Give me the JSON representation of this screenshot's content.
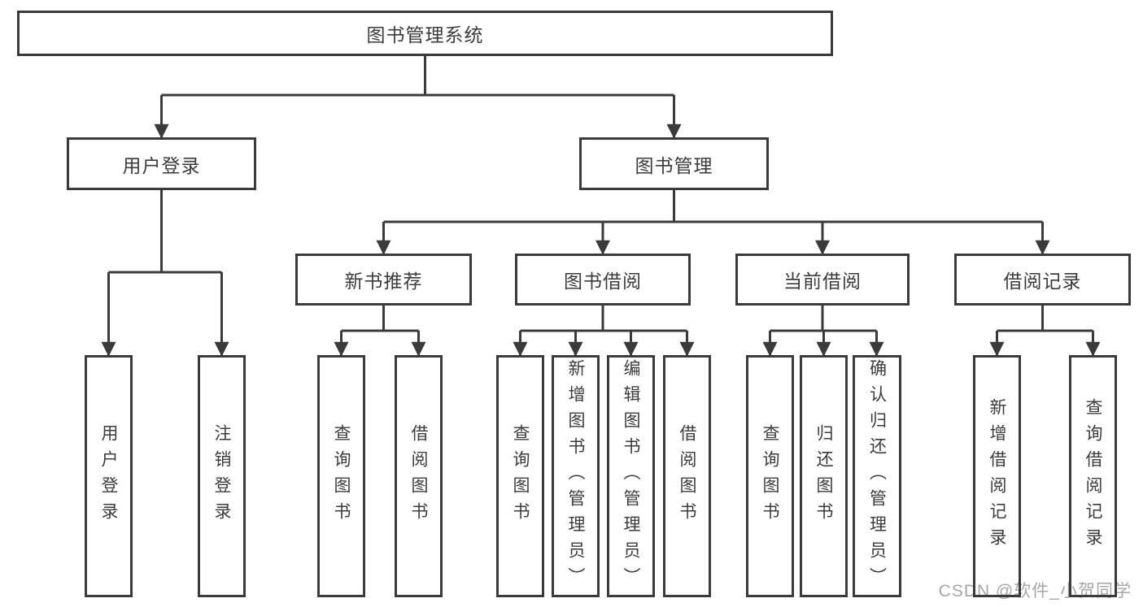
{
  "tree": {
    "label": "图书管理系统",
    "children": [
      {
        "label": "用户登录",
        "children": [
          {
            "label": "用户登录"
          },
          {
            "label": "注销登录"
          }
        ]
      },
      {
        "label": "图书管理",
        "children": [
          {
            "label": "新书推荐",
            "children": [
              {
                "label": "查询图书"
              },
              {
                "label": "借阅图书"
              }
            ]
          },
          {
            "label": "图书借阅",
            "children": [
              {
                "label": "查询图书"
              },
              {
                "label": "新增图书（管理员）"
              },
              {
                "label": "编辑图书（管理员）"
              },
              {
                "label": "借阅图书"
              }
            ]
          },
          {
            "label": "当前借阅",
            "children": [
              {
                "label": "查询图书"
              },
              {
                "label": "归还图书"
              },
              {
                "label": "确认归还（管理员）"
              }
            ]
          },
          {
            "label": "借阅记录",
            "children": [
              {
                "label": "新增借阅记录"
              },
              {
                "label": "查询借阅记录"
              }
            ]
          }
        ]
      }
    ]
  },
  "watermark": {
    "text": "CSDN @软件_小贺同学"
  },
  "colors": {
    "line": "#3a3a3a",
    "box_border": "#3a3a3a",
    "box_fill": "#ffffff",
    "text": "#3c3c3c",
    "watermark": "#a6a6a6",
    "background": "#ffffff"
  }
}
